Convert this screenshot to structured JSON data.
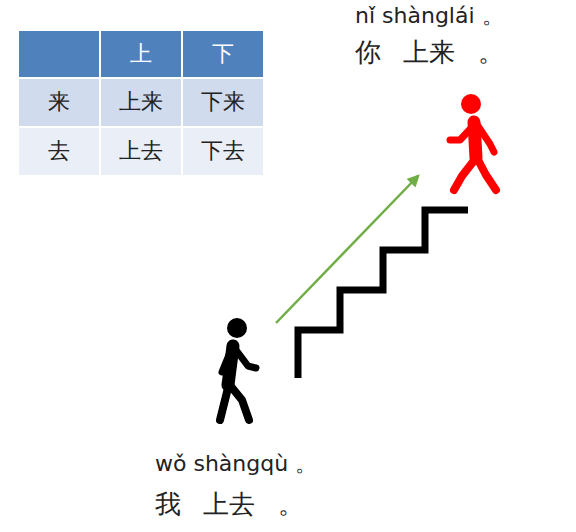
{
  "diagram": {
    "labels": [
      "nǐ shànglái 。",
      "你 上来 。",
      "上",
      "下",
      "来",
      "上来",
      "下来",
      "去",
      "上去",
      "下去",
      "wǒ shàngqù 。",
      "我 上去 。"
    ]
  }
}
